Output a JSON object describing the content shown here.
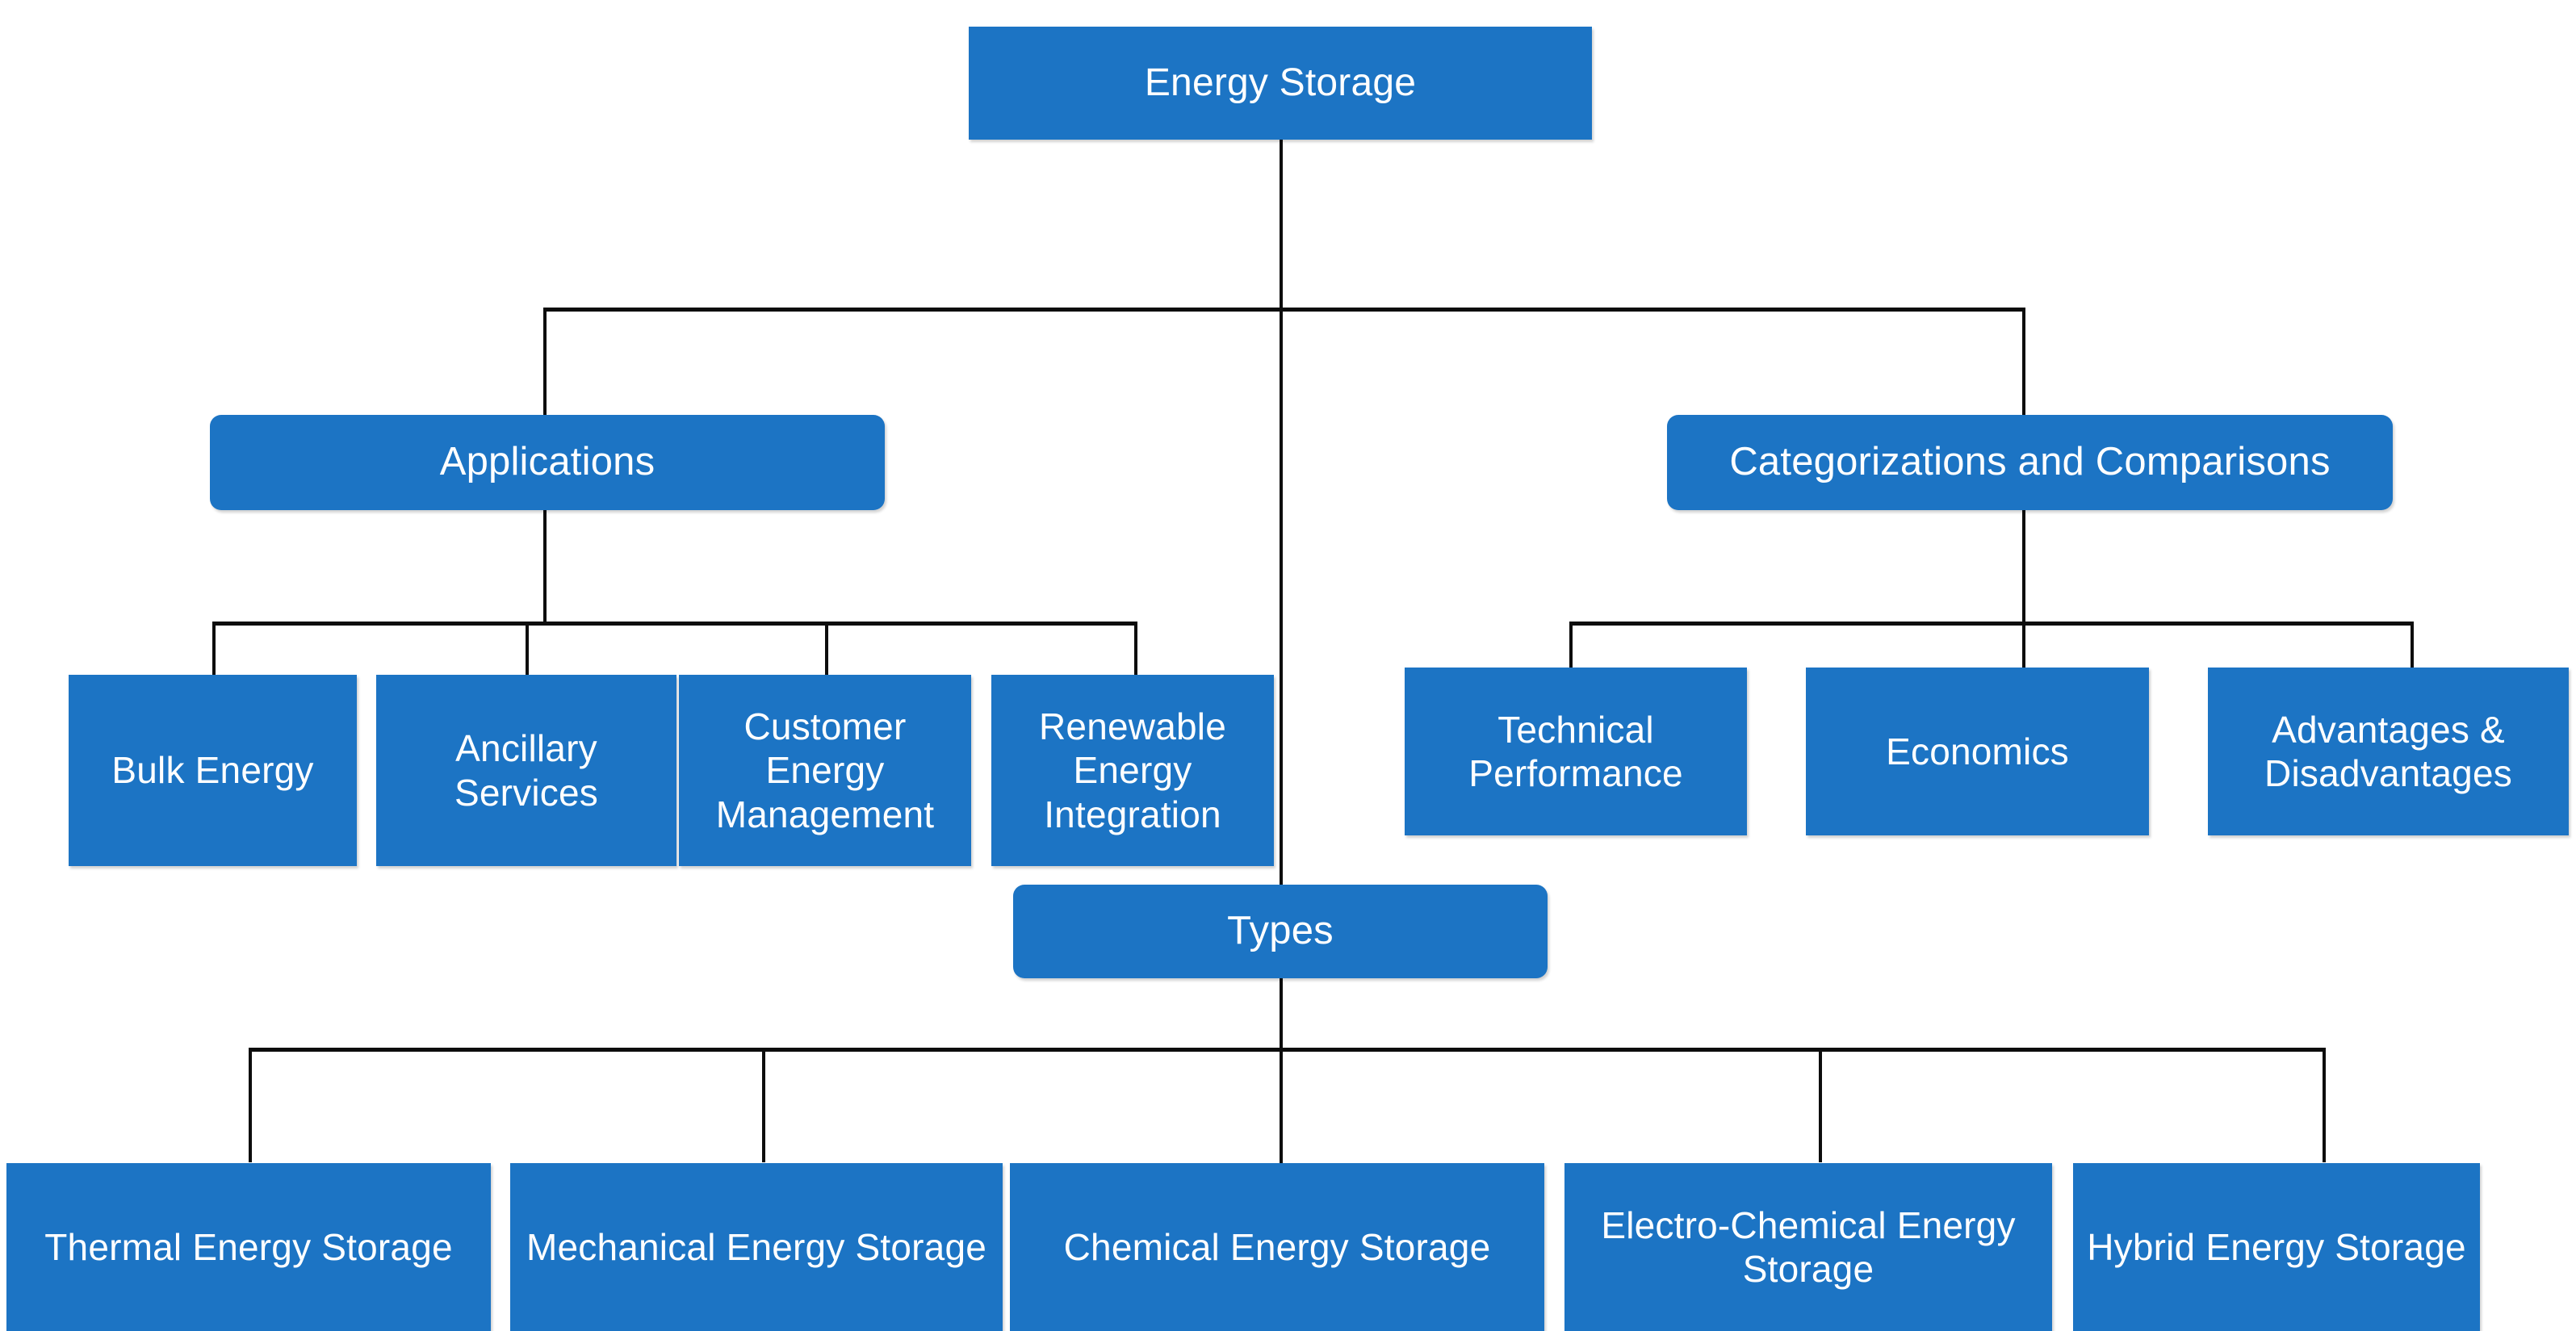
{
  "diagram": {
    "title": "Energy Storage",
    "type": "hierarchy-tree",
    "colors": {
      "node_fill": "#1C74C4",
      "node_text": "#FFFFFF",
      "connector": "#0D0D0D",
      "background": "#FFFFFF"
    },
    "root": {
      "label": "Energy Storage"
    },
    "branches": [
      {
        "label": "Applications",
        "children": [
          {
            "label": "Bulk Energy"
          },
          {
            "label": "Ancillary Services"
          },
          {
            "label": "Customer Energy Management"
          },
          {
            "label": "Renewable Energy Integration"
          }
        ]
      },
      {
        "label": "Categorizations and Comparisons",
        "children": [
          {
            "label": "Technical Performance"
          },
          {
            "label": "Economics"
          },
          {
            "label": "Advantages & Disadvantages"
          }
        ]
      },
      {
        "label": "Types",
        "children": [
          {
            "label": "Thermal Energy Storage"
          },
          {
            "label": "Mechanical Energy Storage"
          },
          {
            "label": "Chemical Energy Storage"
          },
          {
            "label": "Electro-Chemical Energy Storage"
          },
          {
            "label": "Hybrid Energy Storage"
          }
        ]
      }
    ]
  }
}
